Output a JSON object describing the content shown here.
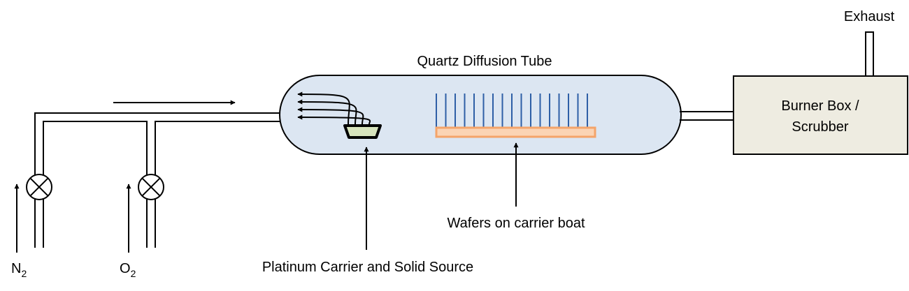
{
  "labels": {
    "exhaust": "Exhaust",
    "tube": "Quartz Diffusion Tube",
    "burner_line1": "Burner Box /",
    "burner_line2": "Scrubber",
    "wafers": "Wafers on carrier boat",
    "platinum": "Platinum Carrier and Solid Source",
    "gas1": {
      "main": "N",
      "sub": "2"
    },
    "gas2": {
      "main": "O",
      "sub": "2"
    }
  },
  "colors": {
    "tube_fill": "#dce6f2",
    "burner_fill": "#eeece1",
    "wafer_line": "#2e5fa6",
    "boat_fill": "#fbd4b4",
    "boat_stroke": "#f4a46a",
    "source_fill": "#d7e4bd",
    "stroke": "#000000"
  },
  "wafer_count": 17,
  "source_vapor_arrows": 4
}
